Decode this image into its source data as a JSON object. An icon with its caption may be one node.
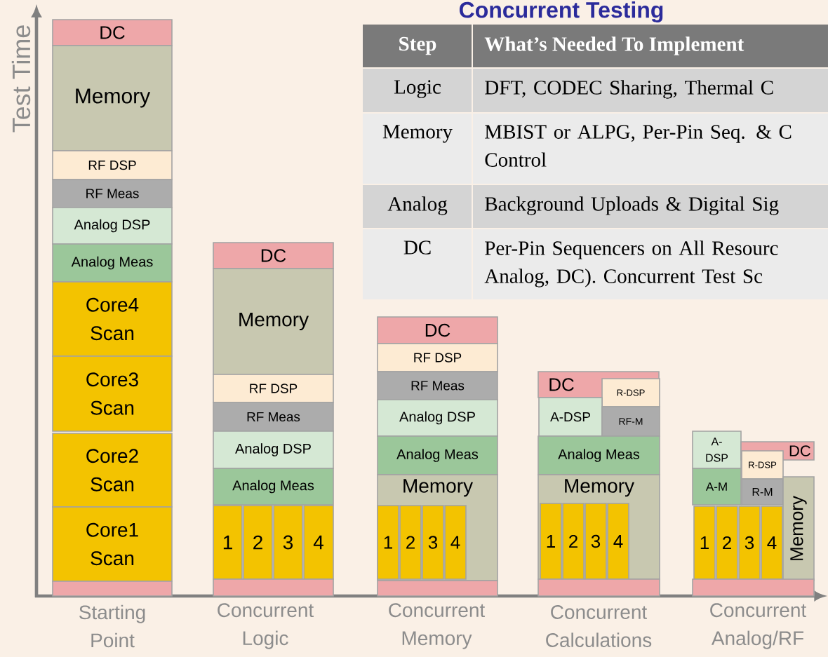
{
  "diagram": {
    "title": "Concurrent Testing",
    "nodes": [
      {
        "text": [
          "DC"
        ]
      },
      {
        "text": [
          "Memory"
        ]
      },
      {
        "text": [
          "RF DSP"
        ]
      },
      {
        "text": [
          "RF Meas"
        ]
      },
      {
        "text": [
          "Analog DSP"
        ]
      },
      {
        "text": [
          "Analog Meas"
        ]
      },
      {
        "text": [
          "Core4 Scan"
        ]
      },
      {
        "text": [
          "Core3 Scan"
        ]
      },
      {
        "text": [
          "Core2 Scan"
        ]
      },
      {
        "text": [
          "Core1 Scan"
        ]
      },
      {
        "text": [],
        "shape": "bar"
      },
      {
        "text": [
          "DC"
        ]
      },
      {
        "text": [
          "Memory"
        ]
      },
      {
        "text": [
          "RF DSP"
        ]
      },
      {
        "text": [
          "RF Meas"
        ]
      },
      {
        "text": [
          "Analog DSP"
        ]
      },
      {
        "text": [
          "Analog Meas"
        ]
      },
      {
        "text": [
          "1"
        ]
      },
      {
        "text": [
          "2"
        ]
      },
      {
        "text": [
          "3"
        ]
      },
      {
        "text": [
          "4"
        ]
      },
      {
        "text": [],
        "shape": "bar"
      },
      {
        "text": [
          "DC"
        ]
      },
      {
        "text": [
          "RF DSP"
        ]
      },
      {
        "text": [
          "RF Meas"
        ]
      },
      {
        "text": [
          "Analog DSP"
        ]
      },
      {
        "text": [
          "Analog Meas"
        ]
      },
      {
        "text": [
          "Memory"
        ]
      },
      {
        "text": [
          "1"
        ],
        "in": 27
      },
      {
        "text": [
          "2"
        ],
        "in": 27
      },
      {
        "text": [
          "3"
        ],
        "in": 27
      },
      {
        "text": [
          "4"
        ],
        "in": 27
      },
      {
        "text": [],
        "shape": "bar"
      },
      {
        "text": [
          "DC"
        ]
      },
      {
        "text": [
          "R-DSP"
        ]
      },
      {
        "text": [
          "A-DSP"
        ]
      },
      {
        "text": [
          "RF-M"
        ]
      },
      {
        "text": [
          "Analog Meas"
        ]
      },
      {
        "text": [
          "Memory"
        ]
      },
      {
        "text": [
          "1"
        ],
        "in": 38
      },
      {
        "text": [
          "2"
        ],
        "in": 38
      },
      {
        "text": [
          "3"
        ],
        "in": 38
      },
      {
        "text": [
          "4"
        ],
        "in": 38
      },
      {
        "text": [],
        "shape": "bar"
      },
      {
        "text": [
          "A-DSP"
        ]
      },
      {
        "text": [
          "DC"
        ]
      },
      {
        "text": [
          "R-DSP"
        ]
      },
      {
        "text": [
          "A-M"
        ]
      },
      {
        "text": [
          "R-M"
        ]
      },
      {
        "text": [
          "Memory"
        ]
      },
      {
        "text": [
          "1"
        ]
      },
      {
        "text": [
          "2"
        ]
      },
      {
        "text": [
          "3"
        ]
      },
      {
        "text": [
          "4"
        ]
      },
      {
        "text": [],
        "shape": "bar"
      }
    ],
    "labels": [
      "Test Time",
      "Step",
      "What’s Needed To Implement",
      "Logic",
      "DFT, CODEC Sharing, Thermal C",
      "Memory",
      "MBIST or ALPG, Per-Pin Seq. & C Control",
      "Analog",
      "Background Uploads & Digital Sig",
      "DC",
      "Per-Pin Sequencers on All Resourc Analog, DC). Concurrent Test Sc",
      "Starting Point",
      "Concurrent Logic",
      "Concurrent Memory",
      "Concurrent Calculations",
      "Concurrent Analog/RF"
    ]
  }
}
